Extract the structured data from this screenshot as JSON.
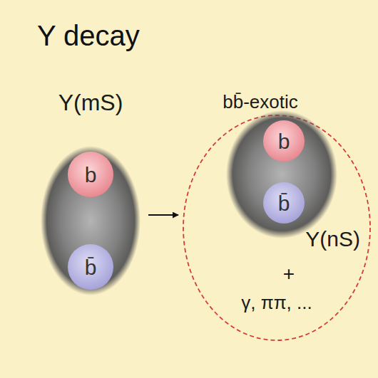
{
  "diagram": {
    "title": "Υ decay",
    "nodes": [
      {
        "text": [
          "Υ(mS)"
        ]
      },
      {
        "text": [
          "b"
        ],
        "in": 0
      },
      {
        "text": [
          "b̄"
        ],
        "in": 0
      },
      {
        "text": [
          "bb̄-exotic",
          "+",
          "γ, ππ, ..."
        ]
      },
      {
        "text": [
          "Υ(nS)"
        ],
        "in": 3
      },
      {
        "text": [
          "b"
        ],
        "in": 4
      },
      {
        "text": [
          "b̄"
        ],
        "in": 4
      }
    ],
    "edges": [
      {
        "from": 0,
        "to": 3,
        "arrow": "to"
      }
    ]
  }
}
